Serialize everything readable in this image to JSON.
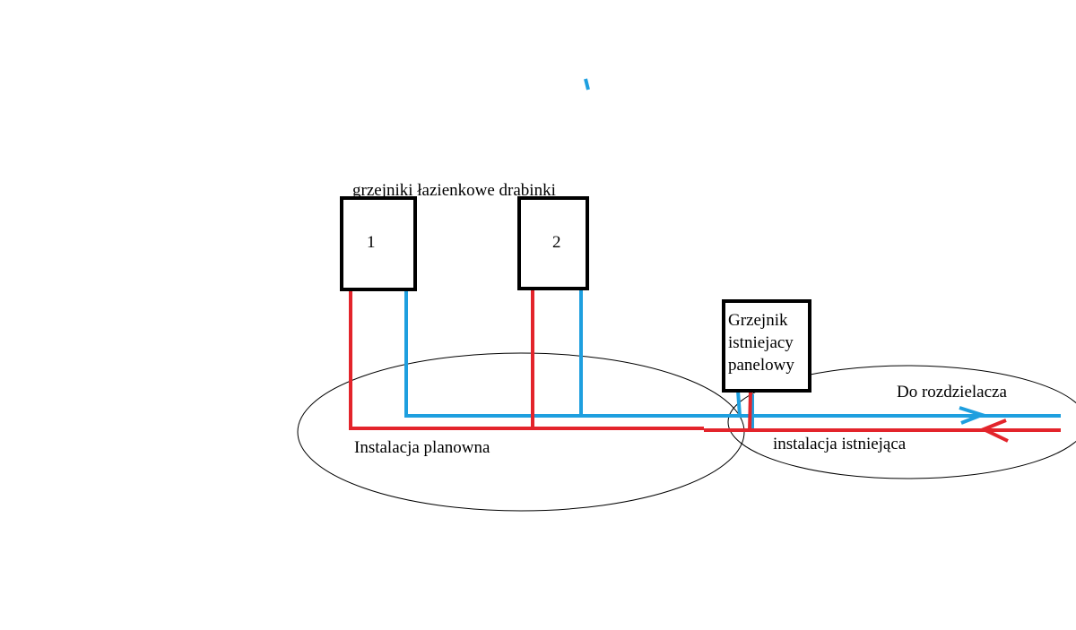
{
  "title": "grzejniki łazienkowe drabinki",
  "radiators": [
    {
      "label": "1"
    },
    {
      "label": "2"
    },
    {
      "label_lines": [
        "Grzejnik",
        "istniejacy",
        "panelowy"
      ]
    }
  ],
  "labels": {
    "to_manifold": "Do rozdzielacza",
    "existing_installation": "instalacja istniejąca",
    "planned_installation": "Instalacja planowna"
  },
  "colors": {
    "supply": "#e3242b",
    "return": "#1e9fdf",
    "outline": "#000000"
  }
}
